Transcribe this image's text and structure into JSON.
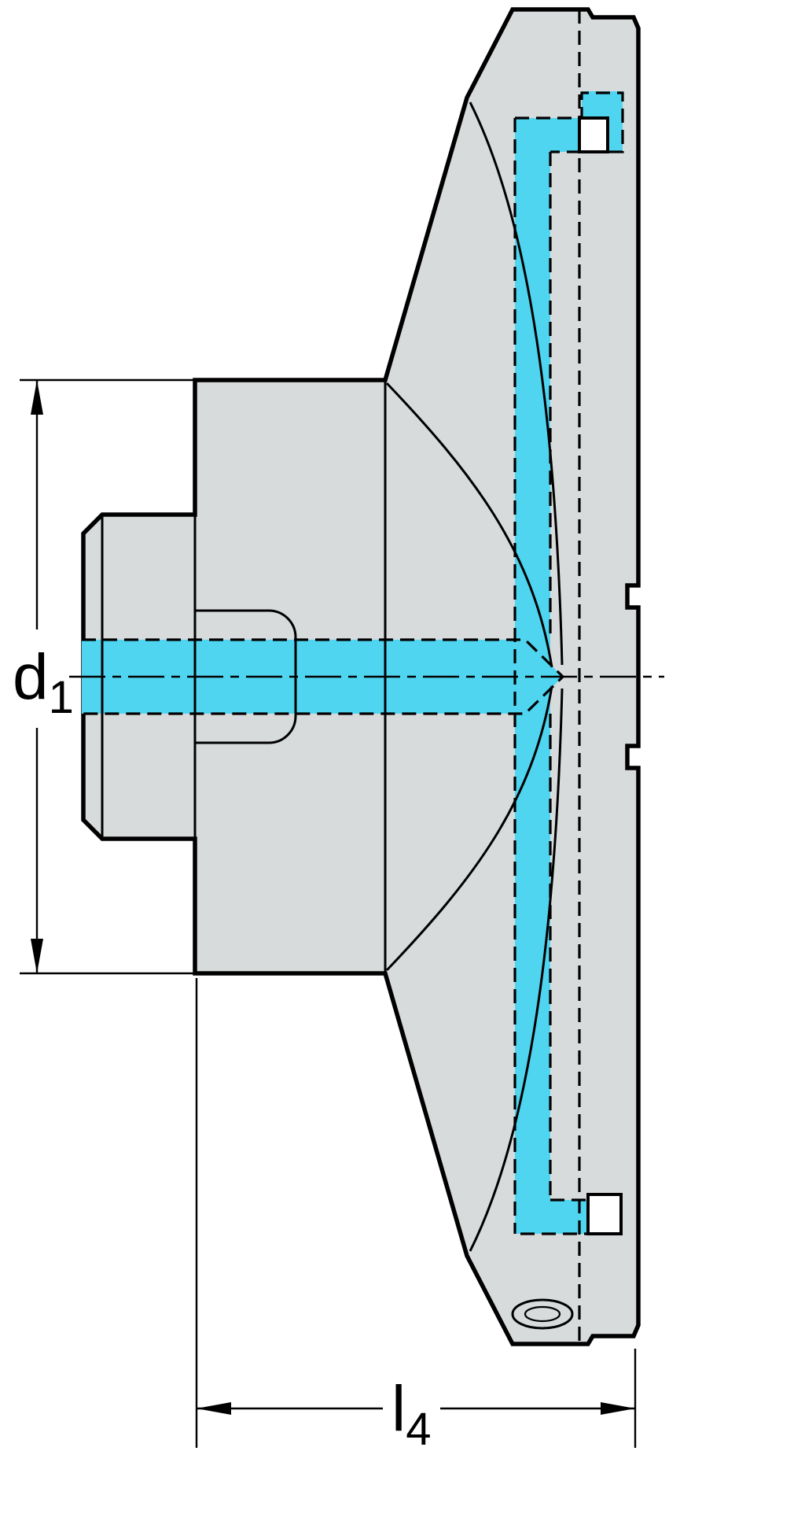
{
  "colors": {
    "body": "#d8dbdc",
    "coolant": "#4fd5f0",
    "line": "#000000",
    "background": "#ffffff"
  },
  "drawing": {
    "dimensions": {
      "d1": {
        "base": "d",
        "sub": "1"
      },
      "l4": {
        "base": "l",
        "sub": "4"
      }
    }
  }
}
